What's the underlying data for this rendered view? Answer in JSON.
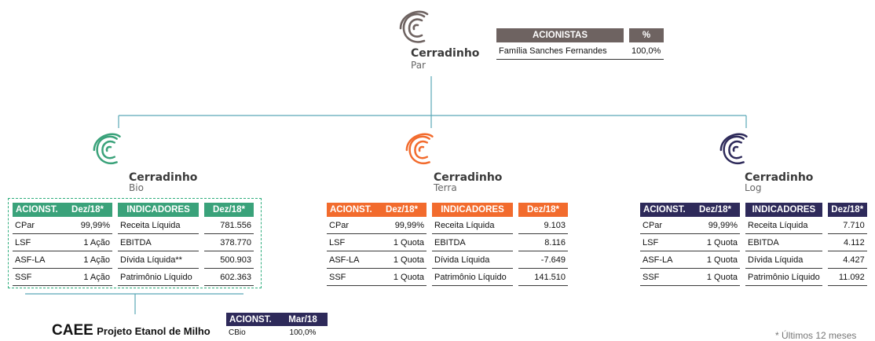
{
  "colors": {
    "par": "#6e6361",
    "bio": "#3aa27a",
    "terra": "#f26b2d",
    "log": "#2e2a5a",
    "caee": "#2e2a5a",
    "connector": "#5aa8b6"
  },
  "icons": [
    "cerradinho-logo-icon"
  ],
  "par": {
    "brand": "Cerradinho",
    "sub": "Par",
    "table": {
      "headers": [
        "ACIONISTAS",
        "%"
      ],
      "rows": [
        [
          "Família Sanches Fernandes",
          "100,0%"
        ]
      ]
    }
  },
  "bio": {
    "brand": "Cerradinho",
    "sub": "Bio",
    "share_headers": [
      "ACIONST.",
      "Dez/18*"
    ],
    "ind_headers": [
      "INDICADORES",
      "Dez/18*"
    ],
    "rows": [
      [
        "CPar",
        "99,99%",
        "Receita Líquida",
        "781.556"
      ],
      [
        "LSF",
        "1 Ação",
        "EBITDA",
        "378.770"
      ],
      [
        "ASF-LA",
        "1 Ação",
        "Dívida Líquida**",
        "500.903"
      ],
      [
        "SSF",
        "1 Ação",
        "Patrimônio Líquido",
        "602.363"
      ]
    ]
  },
  "terra": {
    "brand": "Cerradinho",
    "sub": "Terra",
    "share_headers": [
      "ACIONST.",
      "Dez/18*"
    ],
    "ind_headers": [
      "INDICADORES",
      "Dez/18*"
    ],
    "rows": [
      [
        "CPar",
        "99,99%",
        "Receita Líquida",
        "9.103"
      ],
      [
        "LSF",
        "1 Quota",
        "EBITDA",
        "8.116"
      ],
      [
        "ASF-LA",
        "1 Quota",
        "Dívida Líquida",
        "-7.649"
      ],
      [
        "SSF",
        "1 Quota",
        "Patrimônio Líquido",
        "141.510"
      ]
    ]
  },
  "log": {
    "brand": "Cerradinho",
    "sub": "Log",
    "share_headers": [
      "ACIONST.",
      "Dez/18*"
    ],
    "ind_headers": [
      "INDICADORES",
      "Dez/18*"
    ],
    "rows": [
      [
        "CPar",
        "99,99%",
        "Receita Líquida",
        "7.710"
      ],
      [
        "LSF",
        "1 Quota",
        "EBITDA",
        "4.112"
      ],
      [
        "ASF-LA",
        "1 Quota",
        "Dívida Líquida",
        "4.427"
      ],
      [
        "SSF",
        "1 Quota",
        "Patrimônio Líquido",
        "11.092"
      ]
    ]
  },
  "caee": {
    "title": "CAEE",
    "subtitle": "Projeto Etanol de Milho",
    "headers": [
      "ACIONST.",
      "Mar/18"
    ],
    "rows": [
      [
        "CBio",
        "100,0%"
      ]
    ]
  },
  "footnote": "* Últimos 12 meses"
}
